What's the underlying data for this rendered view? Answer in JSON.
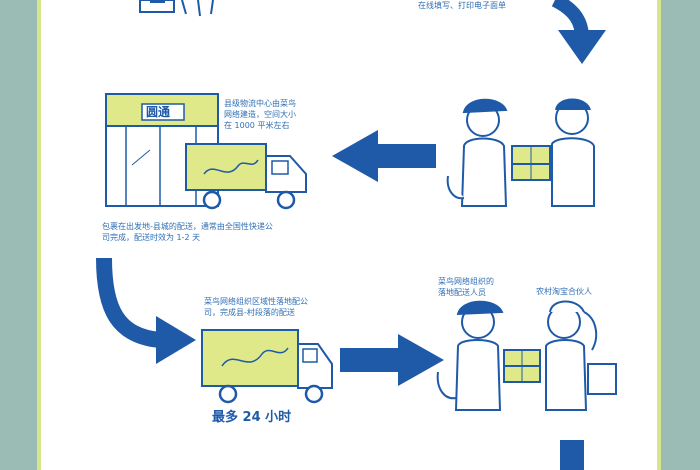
{
  "colors": {
    "blue": "#1f5aa8",
    "lightblue": "#2f6fb5",
    "lime": "#dfe98a",
    "teal_bg": "#9bbcb4"
  },
  "texts": {
    "top_caption": "在线填写、打印电子面单",
    "county_center": "县级物流中心由菜鸟\n网络建造，空间大小\n在 1000 平米左右",
    "center_sign": "圆通",
    "route_note": "包裹在出发地-县城的配送，通常由全国性快递公\n司完成，配送时效为 1-2 天",
    "last_mile": "菜鸟网络组织区域性落地配公\n司，完成县-村段落的配送",
    "deliverer_label": "菜鸟网络组织的\n落地配送人员",
    "partner_label": "农村淘宝合伙人",
    "time_limit": "最多 24 小时"
  }
}
